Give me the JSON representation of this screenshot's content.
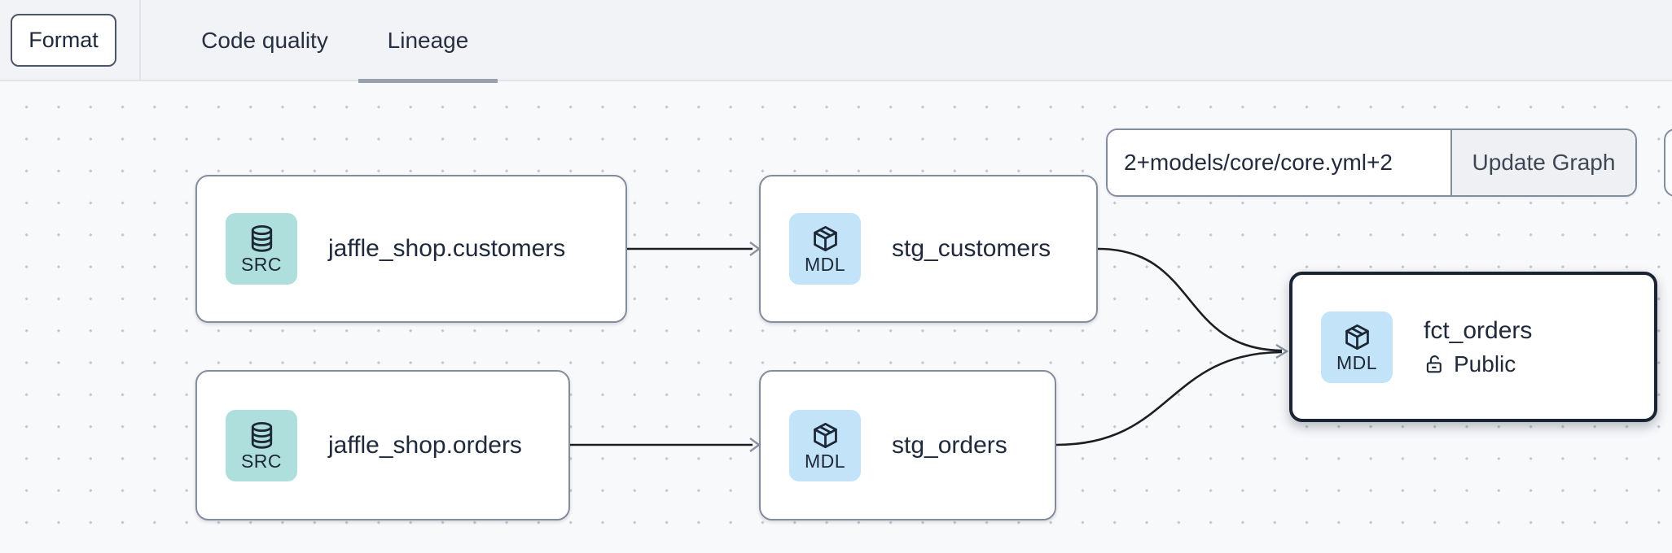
{
  "header": {
    "format_button": "Format",
    "tabs": [
      {
        "label": "Code quality",
        "active": false
      },
      {
        "label": "Lineage",
        "active": true
      }
    ]
  },
  "lineage_controls": {
    "selector_input_value": "2+models/core/core.yml+2",
    "update_graph_button": "Update Graph"
  },
  "graph": {
    "nodes": [
      {
        "type": "source",
        "type_label": "SRC",
        "name": "jaffle_shop.customers",
        "selected": false
      },
      {
        "type": "model",
        "type_label": "MDL",
        "name": "stg_customers",
        "selected": false
      },
      {
        "type": "source",
        "type_label": "SRC",
        "name": "jaffle_shop.orders",
        "selected": false
      },
      {
        "type": "model",
        "type_label": "MDL",
        "name": "stg_orders",
        "selected": false
      },
      {
        "type": "model",
        "type_label": "MDL",
        "name": "fct_orders",
        "access_label": "Public",
        "selected": true
      }
    ],
    "edges": [
      {
        "from": "jaffle_shop.customers",
        "to": "stg_customers"
      },
      {
        "from": "jaffle_shop.orders",
        "to": "stg_orders"
      },
      {
        "from": "stg_customers",
        "to": "fct_orders"
      },
      {
        "from": "stg_orders",
        "to": "fct_orders"
      }
    ]
  },
  "colors": {
    "text-dark": "#202a3b",
    "header-bg": "#f2f3f6",
    "canvas-bg": "#f8f9fb",
    "dot": "#c3c8d1",
    "node-border": "#848d9b",
    "selected-border": "#1b2433",
    "src-badge": "#aedfdd",
    "mdl-badge": "#c2e3f8",
    "underline": "#98a0ac",
    "edge": "#1b1e24",
    "arrow": "#8b93a0",
    "update-bg": "#eef0f3"
  }
}
